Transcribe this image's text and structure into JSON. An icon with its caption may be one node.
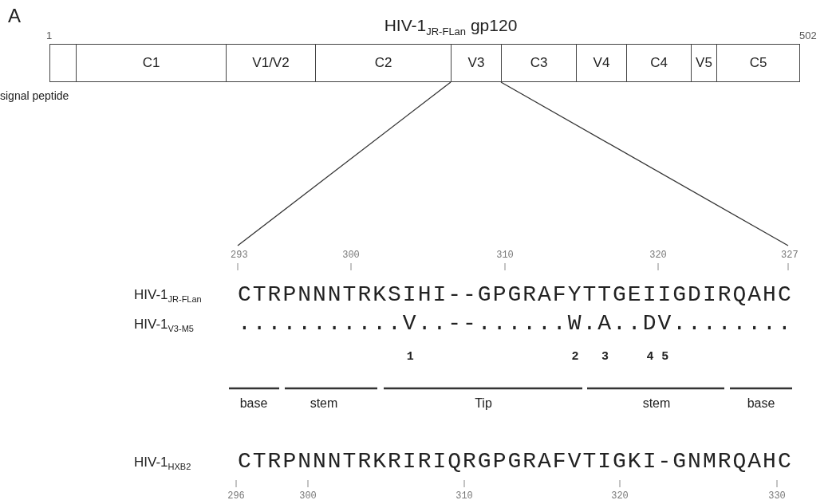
{
  "diagram": {
    "title": "HIV-1$_{JR-FLan}$ gp120",
    "nodes": [
      {
        "text": [],
        "shape": "box",
        "beside": [
          "signal peptide"
        ]
      },
      {
        "text": [
          "C1"
        ]
      },
      {
        "text": [
          "V1/V2"
        ]
      },
      {
        "text": [
          "C2"
        ]
      },
      {
        "text": [
          "V3"
        ]
      },
      {
        "text": [
          "C3"
        ]
      },
      {
        "text": [
          "V4"
        ]
      },
      {
        "text": [
          "C4"
        ]
      },
      {
        "text": [
          "V5"
        ]
      },
      {
        "text": [
          "C5"
        ]
      },
      {
        "text": [
          "293"
        ]
      },
      {
        "text": [
          "327"
        ]
      }
    ],
    "edges": [
      {
        "from": 4,
        "to": 10,
        "arrow": "none"
      },
      {
        "from": 4,
        "to": 11,
        "arrow": "none"
      }
    ],
    "labels": [
      "A",
      "1",
      "502",
      "300",
      "310",
      "320",
      "HIV-1$_{JR-FLan}$",
      "CTRPNNNTRKSIHI--GPGRAFYTTGEIIGDIRQAHC",
      "HIV-1$_{V3-M5}$",
      "...........V..--......W.A..DV........",
      "1",
      "2",
      "3",
      "4",
      "5",
      "base",
      "stem",
      "Tip",
      "stem",
      "base",
      "HIV-1$_{HXB2}$",
      "CTRPNNNTRKRIRIQRGPGRAFVTIGKI-GNMRQAHC",
      "296",
      "300",
      "310",
      "320",
      "330"
    ]
  }
}
